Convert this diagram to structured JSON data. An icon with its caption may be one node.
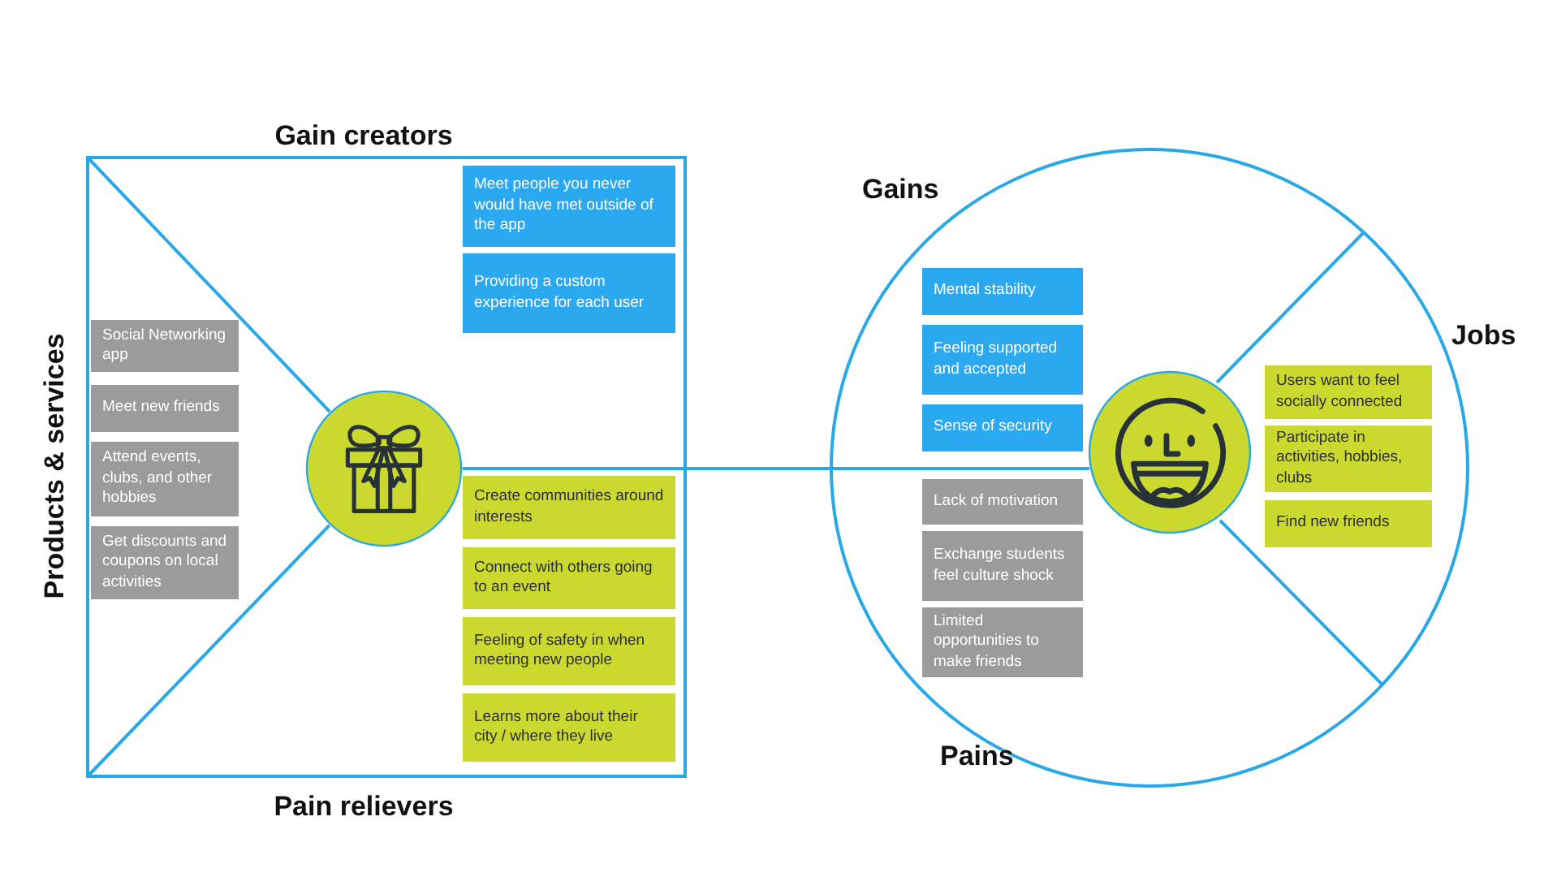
{
  "diagram": {
    "nodes": [
      {
        "text": [
          "Gain creators",
          "Products & services",
          "Pain relievers"
        ]
      },
      {
        "text": [
          "Social Networking app"
        ],
        "in": 0
      },
      {
        "text": [
          "Meet new friends"
        ],
        "in": 0
      },
      {
        "text": [
          "Attend events, clubs, and other hobbies"
        ],
        "in": 0
      },
      {
        "text": [
          "Get discounts and coupons on local activities"
        ],
        "in": 0
      },
      {
        "text": [],
        "shape": "circle",
        "in": 0
      },
      {
        "text": [
          "Meet people you never would have met outside of the app"
        ],
        "in": 0
      },
      {
        "text": [
          "Providing a custom experience for each user"
        ],
        "in": 0
      },
      {
        "text": [
          "Create communities around interests"
        ],
        "in": 0
      },
      {
        "text": [
          "Connect with others going to an event"
        ],
        "in": 0
      },
      {
        "text": [
          "Feeling of safety in when meeting new people"
        ],
        "in": 0
      },
      {
        "text": [
          "Learns more about their city / where they live"
        ],
        "in": 0
      },
      {
        "text": [
          "Gains",
          "Jobs",
          "Pains"
        ]
      },
      {
        "text": [
          "Mental stability"
        ],
        "in": 12
      },
      {
        "text": [
          "Feeling supported and accepted"
        ],
        "in": 12
      },
      {
        "text": [
          "Sense of security"
        ],
        "in": 12
      },
      {
        "text": [
          "Lack of motivation"
        ],
        "in": 12
      },
      {
        "text": [
          "Exchange students feel culture shock"
        ],
        "in": 12
      },
      {
        "text": [
          "Limited opportunities to make friends"
        ],
        "in": 12
      },
      {
        "text": [],
        "shape": "circle",
        "in": 12
      },
      {
        "text": [
          "Users want to feel socially connected"
        ],
        "in": 12
      },
      {
        "text": [
          "Participate in activities, hobbies, clubs"
        ],
        "in": 12
      },
      {
        "text": [
          "Find new friends"
        ],
        "in": 12
      }
    ],
    "edges": [
      {
        "from": 5,
        "to": 19,
        "arrow": "none"
      }
    ]
  }
}
